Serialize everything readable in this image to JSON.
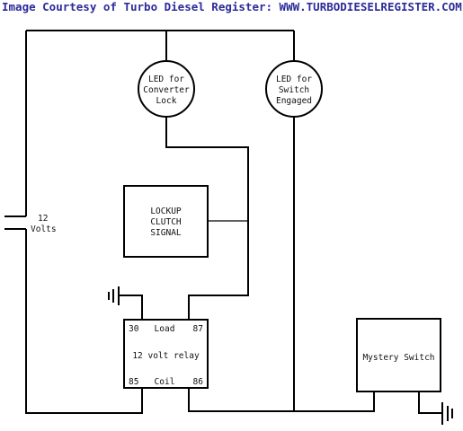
{
  "credit": "Image Courtesy of Turbo Diesel Register: WWW.TURBODIESELREGISTER.COM",
  "battery": {
    "line1": "12",
    "line2": "Volts"
  },
  "led_converter": {
    "line1": "LED for",
    "line2": "Converter",
    "line3": "Lock"
  },
  "led_switch": {
    "line1": "LED for",
    "line2": "Switch",
    "line3": "Engaged"
  },
  "lockup": {
    "line1": "LOCKUP",
    "line2": "CLUTCH",
    "line3": "SIGNAL"
  },
  "relay": {
    "pin30": "30",
    "load": "Load",
    "pin87": "87",
    "name": "12 volt relay",
    "pin85": "85",
    "coil": "Coil",
    "pin86": "86"
  },
  "mystery": {
    "label": "Mystery Switch"
  }
}
